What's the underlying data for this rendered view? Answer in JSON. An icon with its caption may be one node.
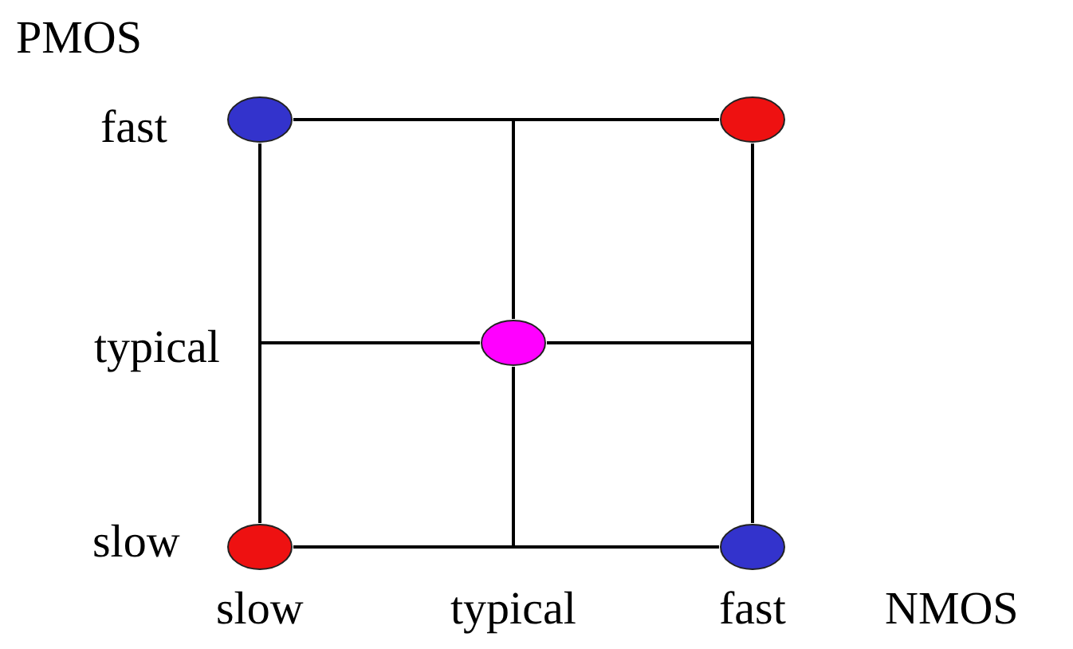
{
  "diagram": {
    "nodes": [
      {
        "text": [],
        "shape": "circle"
      },
      {
        "text": [],
        "shape": "circle"
      },
      {
        "text": [],
        "shape": "circle"
      },
      {
        "text": [],
        "shape": "circle"
      },
      {
        "text": [],
        "shape": "circle"
      }
    ],
    "edges": [
      {
        "from": 0,
        "to": 1,
        "arrow": "none"
      },
      {
        "from": 3,
        "to": 4,
        "arrow": "none"
      },
      {
        "from": 0,
        "to": 3,
        "arrow": "none"
      },
      {
        "from": 1,
        "to": 4,
        "arrow": "none"
      },
      {
        "from": null,
        "to": 2,
        "arrow": "none"
      },
      {
        "from": 2,
        "to": null,
        "arrow": "none"
      },
      {
        "from": null,
        "to": 2,
        "arrow": "none"
      },
      {
        "from": 2,
        "to": null,
        "arrow": "none"
      }
    ],
    "labels": [
      "PMOS",
      "fast",
      "typical",
      "slow",
      "slow",
      "typical",
      "fast",
      "NMOS"
    ]
  }
}
